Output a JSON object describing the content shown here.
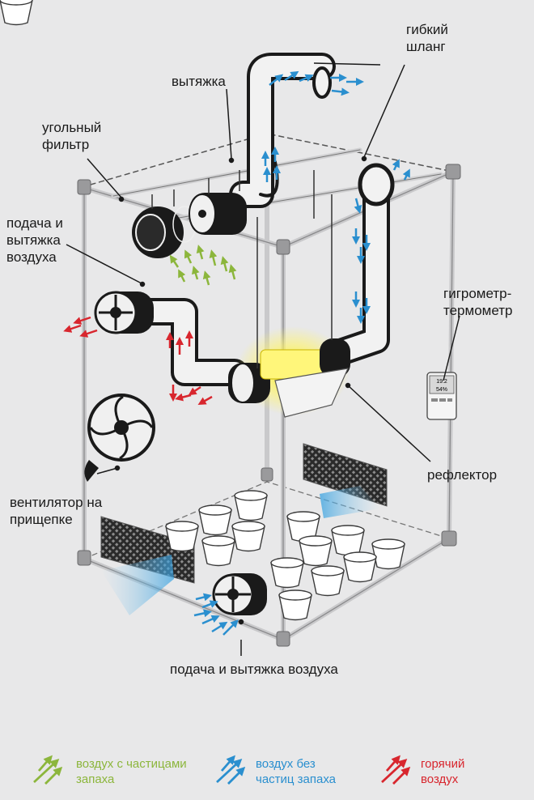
{
  "labels": {
    "hose": "гибкий\nшланг",
    "exhaust": "вытяжка",
    "carbon_filter": "угольный\nфильтр",
    "intake_exhaust_left": "подача и\nвытяжка\nвоздуха",
    "hygrometer": "гигрометр-\nтермометр",
    "reflector": "рефлектор",
    "clip_fan": "вентилятор на\nприщепке",
    "intake_exhaust_bottom": "подача и вытяжка воздуха"
  },
  "hygrometer_display": {
    "temp": "19.2",
    "humidity": "54%"
  },
  "legend": [
    {
      "text": "воздух с частицами\nзапаха",
      "color": "#8cb63c",
      "icon": "green-arrows-icon"
    },
    {
      "text": "воздух без\nчастиц запаха",
      "color": "#2a8fcf",
      "icon": "blue-arrows-icon"
    },
    {
      "text": "горячий\nвоздух",
      "color": "#d8262e",
      "icon": "red-arrows-icon"
    }
  ],
  "colors": {
    "background": "#e8e8e9",
    "frame": "#c7c7c9",
    "duct": "#1a1a1a",
    "lamp_glow": "#fff200"
  }
}
